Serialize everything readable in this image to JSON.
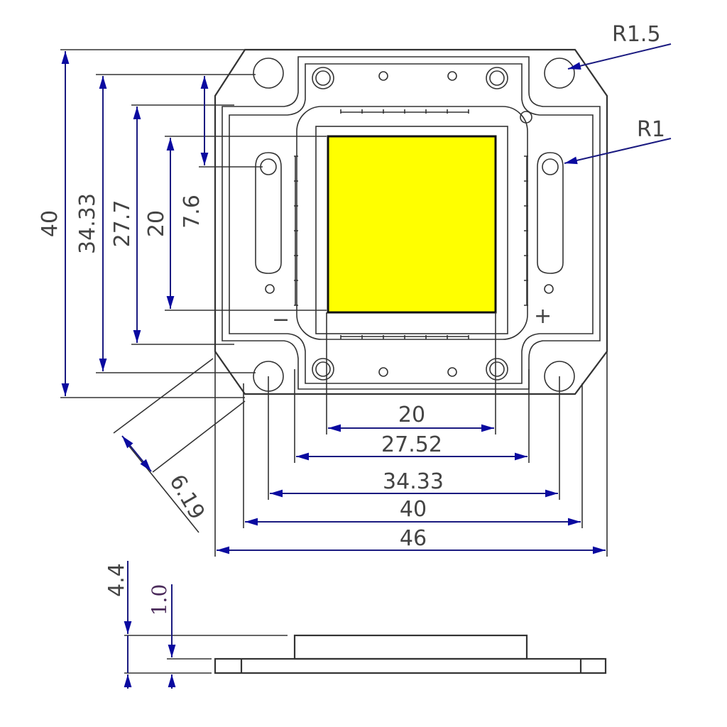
{
  "colors": {
    "emitter": "#ffff00",
    "arrow": "#0a0aa0",
    "line": "#333333"
  },
  "vertical_dims": [
    "40",
    "34.33",
    "27.7",
    "20",
    "7.6"
  ],
  "horizontal_dims": [
    "20",
    "27.52",
    "34.33",
    "40",
    "46"
  ],
  "diagonal_dim": "6.19",
  "radius_labels": [
    "R1.5",
    "R1"
  ],
  "polarity": {
    "minus": "−",
    "plus": "+"
  },
  "side_view_dims": [
    "4.4",
    "1.0"
  ]
}
